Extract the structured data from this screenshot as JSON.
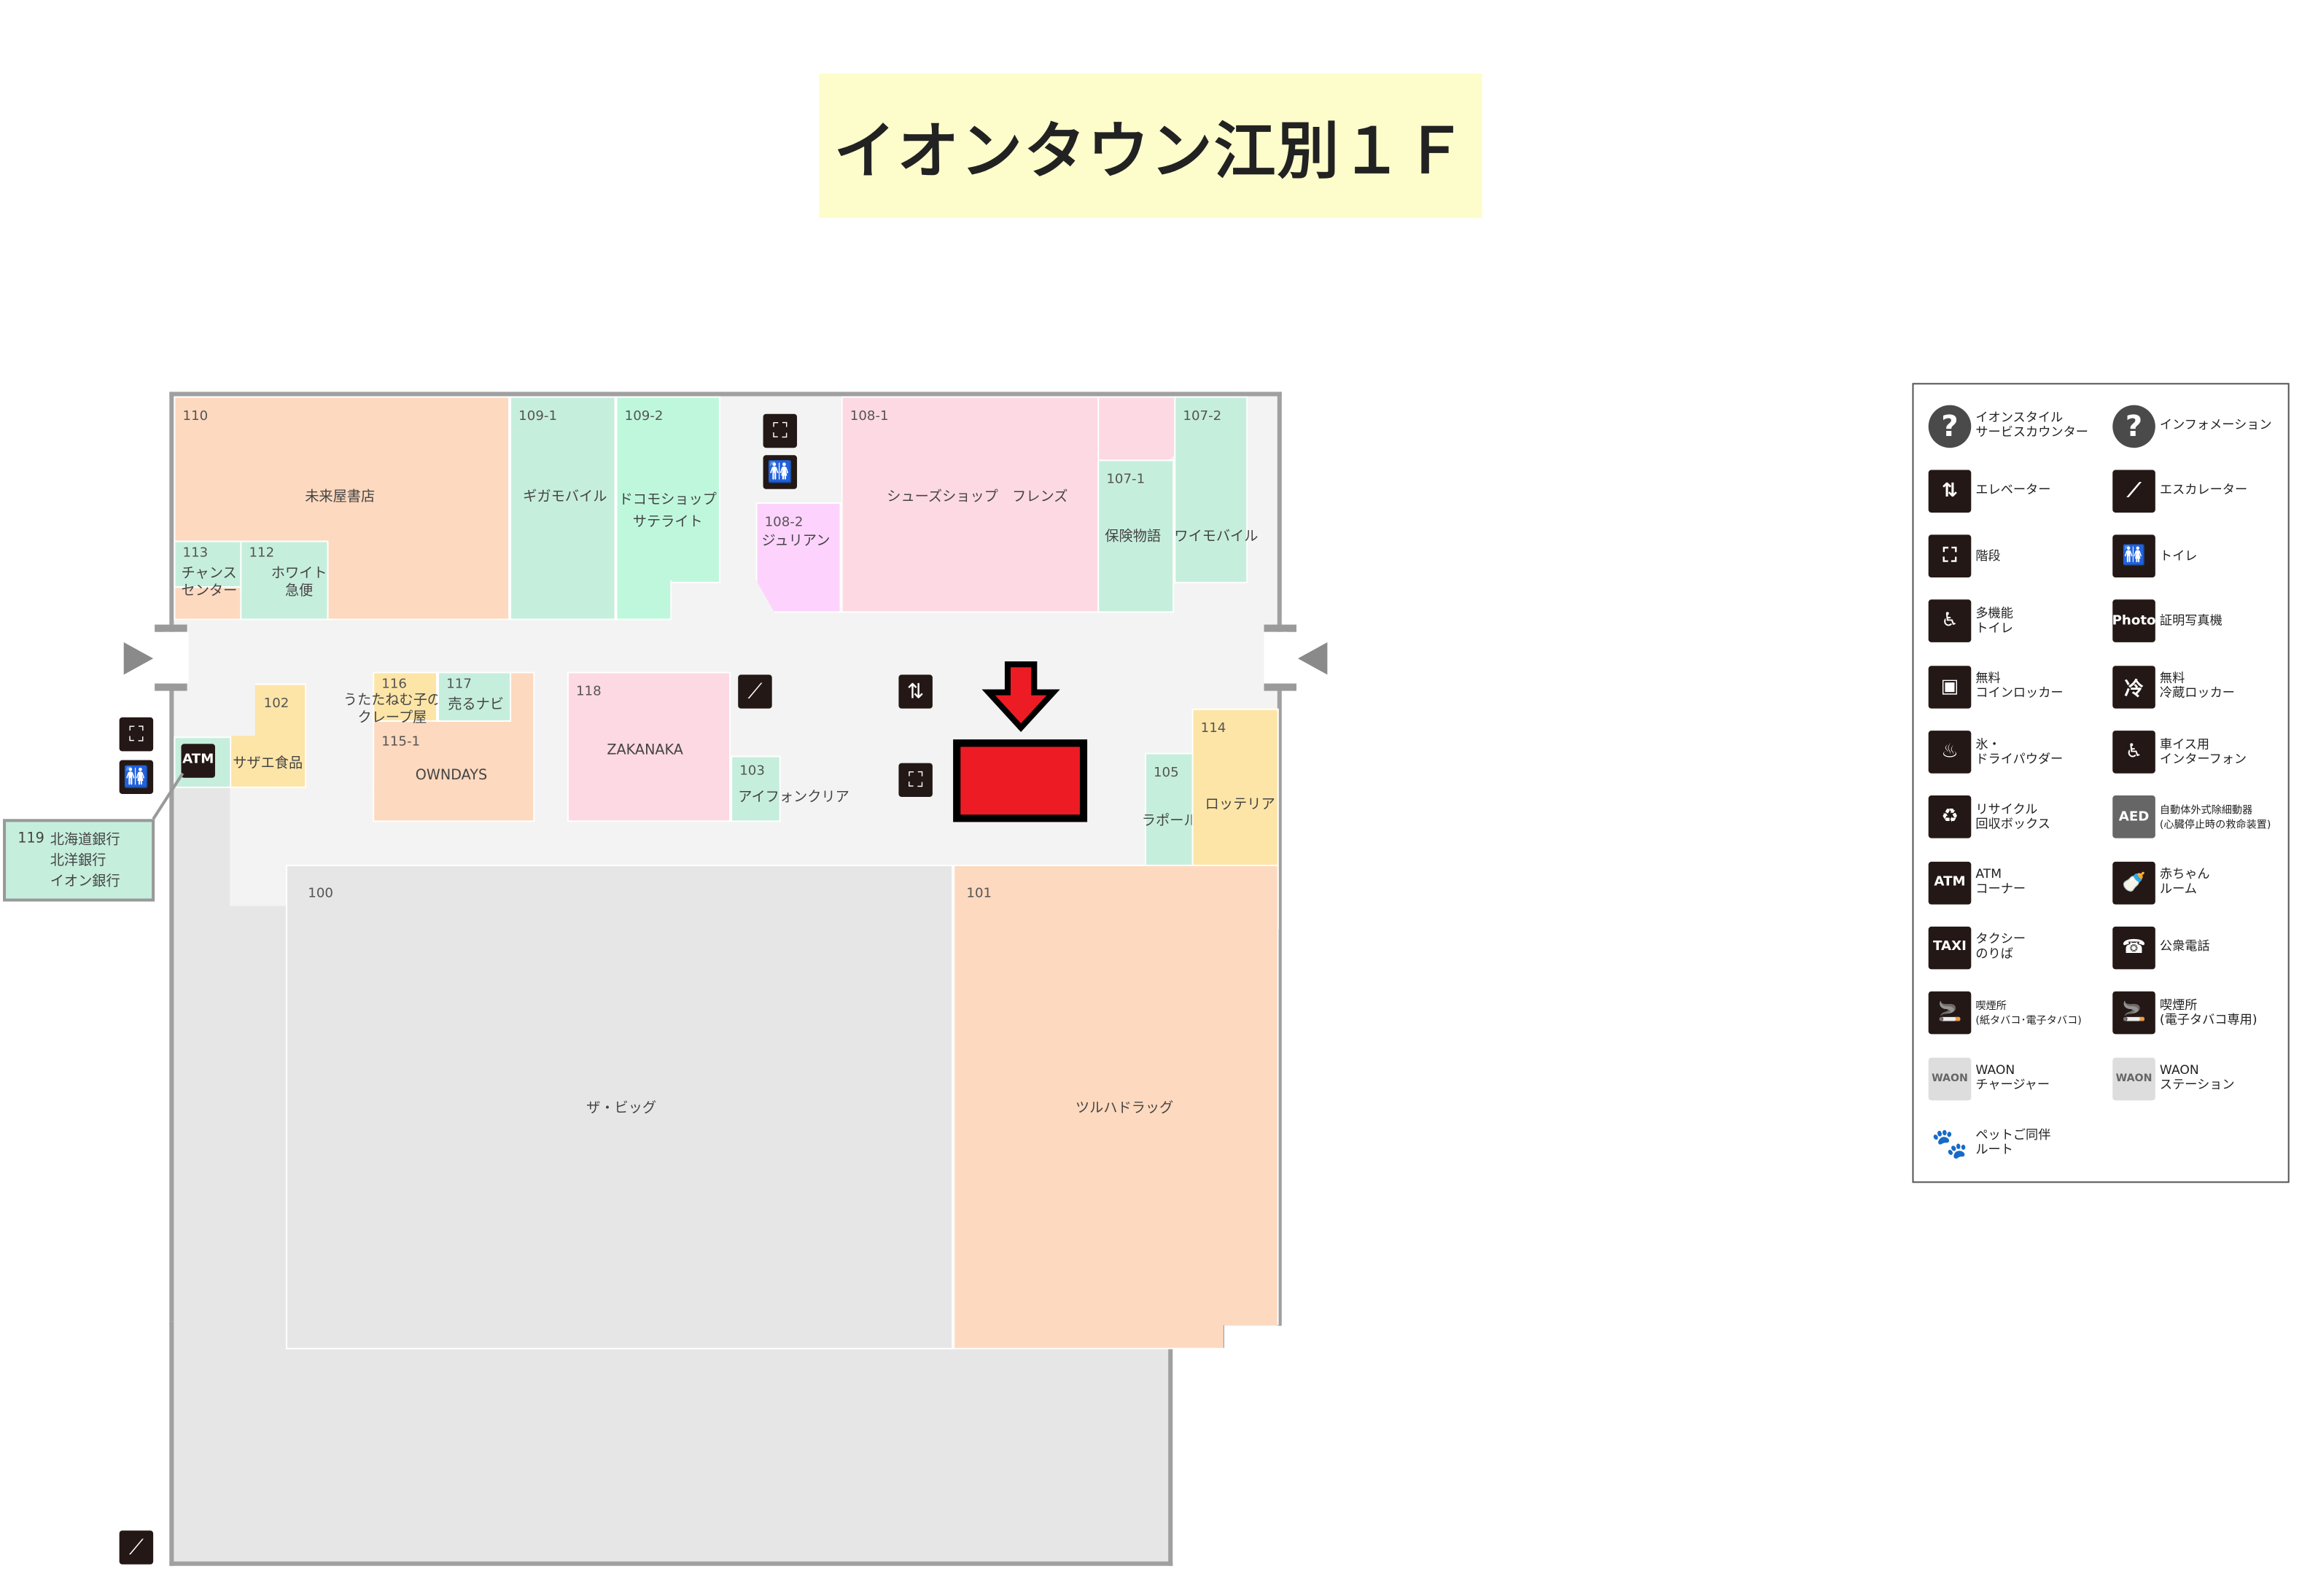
{
  "title": "イオンタウン江別１Ｆ",
  "stores": [
    {
      "number": "110",
      "name": "未来屋書店"
    },
    {
      "number": "109-1",
      "name": "ギガモバイル"
    },
    {
      "number": "109-2",
      "name": "ドコモショップ\nサテライト"
    },
    {
      "number": "108-2",
      "name": "ジュリアン"
    },
    {
      "number": "108-1",
      "name": "シューズショップ　フレンズ"
    },
    {
      "number": "107-1",
      "name": "保険物語"
    },
    {
      "number": "107-2",
      "name": "ワイモバイル"
    },
    {
      "number": "113",
      "name": "チャンス\nセンター"
    },
    {
      "number": "112",
      "name": "ホワイト\n急便"
    },
    {
      "number": "102",
      "name": "サザエ食品"
    },
    {
      "number": "116",
      "name": "うたたねむ子の\nクレープ屋"
    },
    {
      "number": "117",
      "name": "売るナビ"
    },
    {
      "number": "115-1",
      "name": "OWNDAYS"
    },
    {
      "number": "118",
      "name": "ZAKANAKA"
    },
    {
      "number": "103",
      "name": "アイフォンクリア"
    },
    {
      "number": "105",
      "name": "ラポール"
    },
    {
      "number": "114",
      "name": "ロッテリア"
    },
    {
      "number": "100",
      "name": "ザ・ビッグ"
    },
    {
      "number": "101",
      "name": "ツルハドラッグ"
    }
  ],
  "bank_callout": {
    "number": "119",
    "name": "北海道銀行\n北洋銀行\nイオン銀行"
  },
  "map_icons": {
    "atm": "ATM"
  },
  "marker_color": "#ed1c24",
  "legend": [
    {
      "icon": "service-counter-icon",
      "glyph": "?",
      "label": "イオンスタイル\nサービスカウンター"
    },
    {
      "icon": "information-icon",
      "glyph": "?",
      "label": "インフォメーション"
    },
    {
      "icon": "elevator-icon",
      "glyph": "⇅",
      "label": "エレベーター"
    },
    {
      "icon": "escalator-icon",
      "glyph": "⟋",
      "label": "エスカレーター"
    },
    {
      "icon": "stairs-icon",
      "glyph": "⛶",
      "label": "階段"
    },
    {
      "icon": "toilet-icon",
      "glyph": "🚻",
      "label": "トイレ"
    },
    {
      "icon": "multipurpose-toilet-icon",
      "glyph": "♿",
      "label": "多機能\nトイレ"
    },
    {
      "icon": "photo-booth-icon",
      "glyph": "Photo",
      "label": "証明写真機"
    },
    {
      "icon": "coin-locker-icon",
      "glyph": "▣",
      "label": "無料\nコインロッカー"
    },
    {
      "icon": "cold-locker-icon",
      "glyph": "冷",
      "label": "無料\n冷蔵ロッカー"
    },
    {
      "icon": "ice-dry-powder-icon",
      "glyph": "♨",
      "label": "氷・\nドライパウダー"
    },
    {
      "icon": "wheelchair-intercom-icon",
      "glyph": "♿",
      "label": "車イス用\nインターフォン"
    },
    {
      "icon": "recycle-box-icon",
      "glyph": "♻",
      "label": "リサイクル\n回収ボックス"
    },
    {
      "icon": "aed-icon",
      "glyph": "AED",
      "label": "自動体外式除細動器\n(心臓停止時の救命装置)"
    },
    {
      "icon": "atm-icon",
      "glyph": "ATM",
      "label": "ATM\nコーナー"
    },
    {
      "icon": "baby-room-icon",
      "glyph": "🍼",
      "label": "赤ちゃん\nルーム"
    },
    {
      "icon": "taxi-icon",
      "glyph": "TAXI",
      "label": "タクシー\nのりば"
    },
    {
      "icon": "public-phone-icon",
      "glyph": "☎",
      "label": "公衆電話"
    },
    {
      "icon": "smoking-area-icon",
      "glyph": "🚬",
      "label": "喫煙所\n(紙タバコ･電子タバコ)"
    },
    {
      "icon": "e-cigarette-area-icon",
      "glyph": "🚬",
      "label": "喫煙所\n(電子タバコ専用)"
    },
    {
      "icon": "waon-charger-icon",
      "glyph": "WAON",
      "label": "WAON\nチャージャー"
    },
    {
      "icon": "waon-station-icon",
      "glyph": "WAON",
      "label": "WAON\nステーション"
    },
    {
      "icon": "pet-route-icon",
      "glyph": "🐾",
      "label": "ペットご同伴\nルート"
    }
  ]
}
